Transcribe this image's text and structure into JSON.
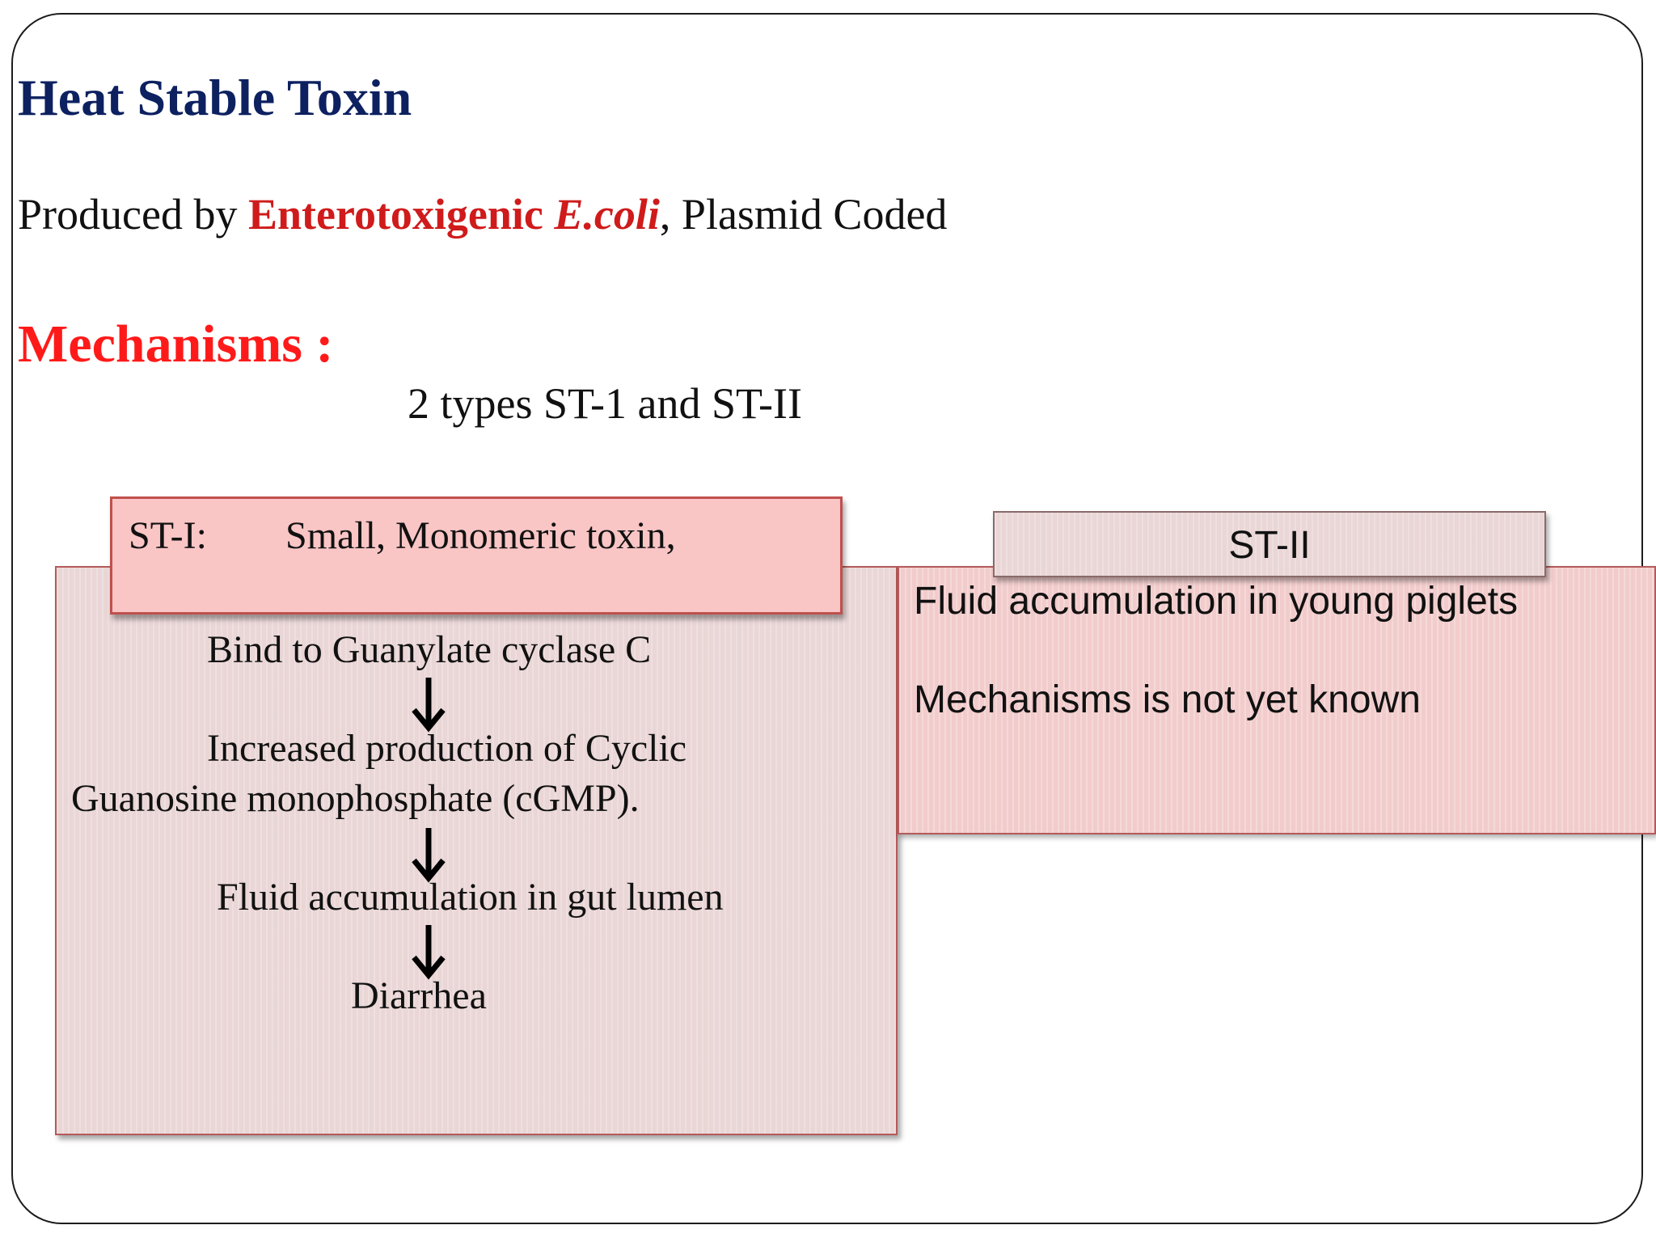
{
  "slide": {
    "title": "Heat Stable Toxin",
    "produced_by": {
      "prefix": "Produced by ",
      "organism": "Enterotoxigenic ",
      "species": "E.coli",
      "suffix": ", Plasmid Coded"
    },
    "mechanisms_heading": "Mechanisms :",
    "types_text": "2 types ST-1 and ST-II"
  },
  "st1": {
    "label": "ST-I:",
    "description": "Small, Monomeric toxin,",
    "steps": [
      "Bind to Guanylate cyclase C",
      "Increased production of Cyclic",
      "Guanosine monophosphate (cGMP).",
      "Fluid accumulation in gut lumen",
      "Diarrhea"
    ]
  },
  "st2": {
    "label": "ST-II",
    "lines": [
      "Fluid accumulation  in young piglets",
      "Mechanisms is not yet known"
    ]
  },
  "colors": {
    "title": "#0d2160",
    "accent_red": "#cf1b1b",
    "heading_red": "#ff1a1a",
    "box_fill": "#ead6d6",
    "header_fill": "#f9c5c5"
  }
}
